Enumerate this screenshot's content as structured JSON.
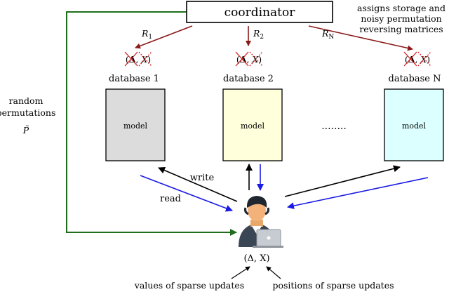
{
  "coordinator": {
    "label": "coordinator"
  },
  "coordinator_note": {
    "line1": "assigns storage and",
    "line2": "noisy permutation",
    "line3": "reversing matrices"
  },
  "random_permutations": {
    "line1": "random",
    "line2": "permutations",
    "symbol": "P̃"
  },
  "arrow_labels": {
    "r1": "R",
    "r1_sub": "1",
    "r2": "R",
    "r2_sub": "2",
    "rn": "R",
    "rn_sub": "N"
  },
  "crossed_pair": {
    "open": "(",
    "delta": "Δ",
    "comma": ", ",
    "x": "X",
    "close": ")"
  },
  "databases": [
    {
      "label": "database 1",
      "model": "model",
      "fill": "#dcdcdc"
    },
    {
      "label": "database 2",
      "model": "model",
      "fill": "#ffffdc"
    },
    {
      "label": "database N",
      "model": "model",
      "fill": "#dcffff"
    }
  ],
  "ellipsis": "........",
  "rw": {
    "write": "write",
    "read": "read"
  },
  "user_pair": {
    "text": "(Δ, X)"
  },
  "bottom_labels": {
    "values": "values of sparse updates",
    "positions": "positions of sparse updates"
  },
  "colors": {
    "coordinator_arrow": "#8b1a1a",
    "green_line": "#1e6e1e",
    "read_arrow": "#1a1ae6",
    "write_arrow": "#000000",
    "cross": "#d62020"
  }
}
